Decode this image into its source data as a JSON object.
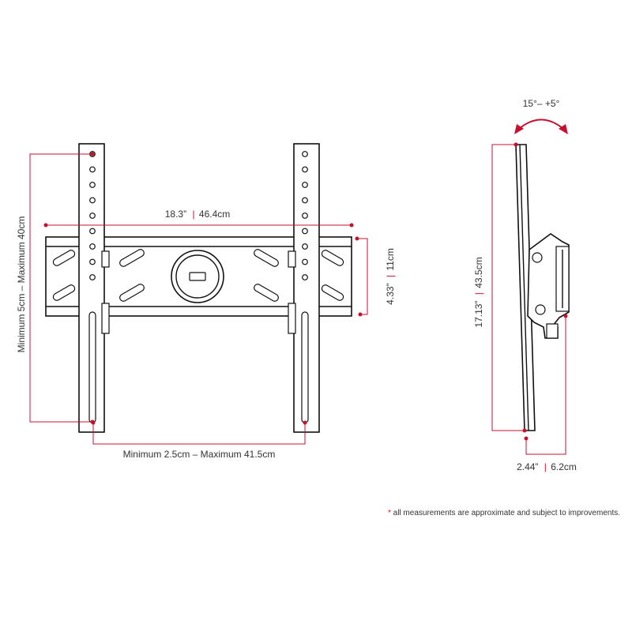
{
  "front_view": {
    "width_dim": {
      "imperial": "18.3”",
      "separator": "|",
      "metric": "46.4cm"
    },
    "vertical_range": "Minimum 5cm – Maximum 40cm",
    "horizontal_range": "Minimum 2.5cm – Maximum 41.5cm",
    "height_dim": {
      "imperial": "4.33”",
      "separator": "|",
      "metric": "11cm"
    }
  },
  "side_view": {
    "tilt": "15°–  +5°",
    "height_dim": {
      "imperial": "17.13”",
      "separator": "|",
      "metric": "43.5cm"
    },
    "depth_dim": {
      "imperial": "2.44”",
      "separator": "|",
      "metric": "6.2cm"
    }
  },
  "footnote": {
    "asterisk": "*",
    "text": " all measurements are approximate and subject to improvements."
  },
  "colors": {
    "accent": "#c8102e",
    "ink": "#111111",
    "text": "#333333"
  }
}
